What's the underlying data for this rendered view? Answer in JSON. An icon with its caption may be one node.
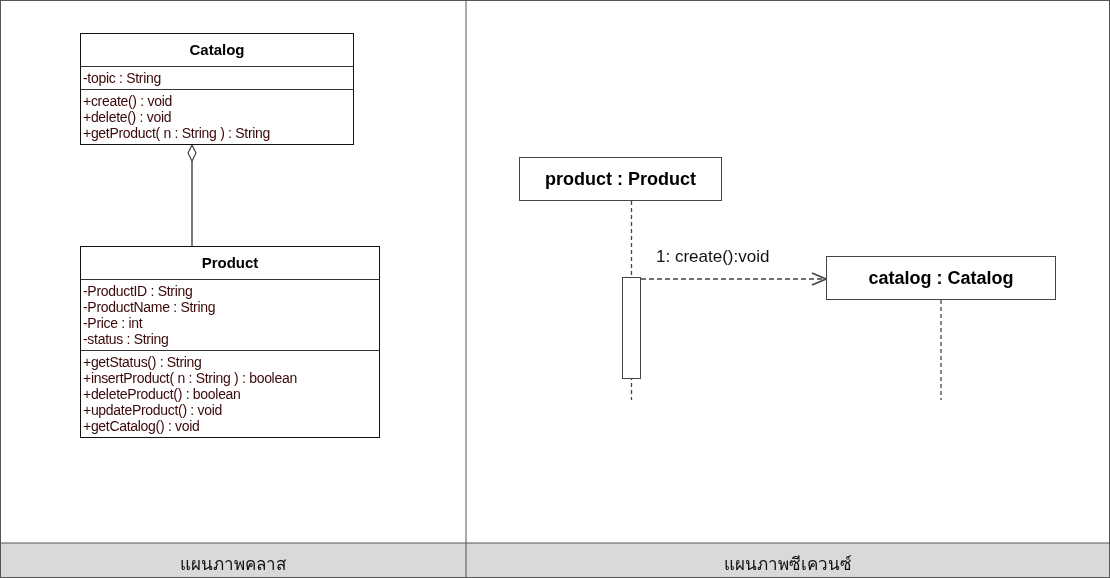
{
  "diagram": {
    "nodes": [
      {
        "text": [
          "Catalog",
          "-topic : String",
          "+create() : void",
          "+delete() : void",
          "+getProduct( n : String ) : String"
        ]
      },
      {
        "text": [
          "Product",
          "-ProductID : String",
          "-ProductName : String",
          "-Price : int",
          "-status : String",
          "+getStatus() : String",
          "+insertProduct( n : String ) : boolean",
          "+deleteProduct() : boolean",
          "+updateProduct() : void",
          "+getCatalog() : void"
        ]
      },
      {
        "text": [
          "product : Product"
        ]
      },
      {
        "text": [],
        "shape": "bar"
      },
      {
        "text": [
          "catalog : Catalog"
        ]
      }
    ],
    "edges": [
      {
        "from": 0,
        "to": 1,
        "arrow": "other"
      },
      {
        "from": 3,
        "to": 4,
        "arrow": "to",
        "style": "dashed",
        "label": "1: create():void"
      }
    ],
    "labels": [
      "แผนภาพคลาส",
      "แผนภาพซีเควนซ์"
    ]
  }
}
